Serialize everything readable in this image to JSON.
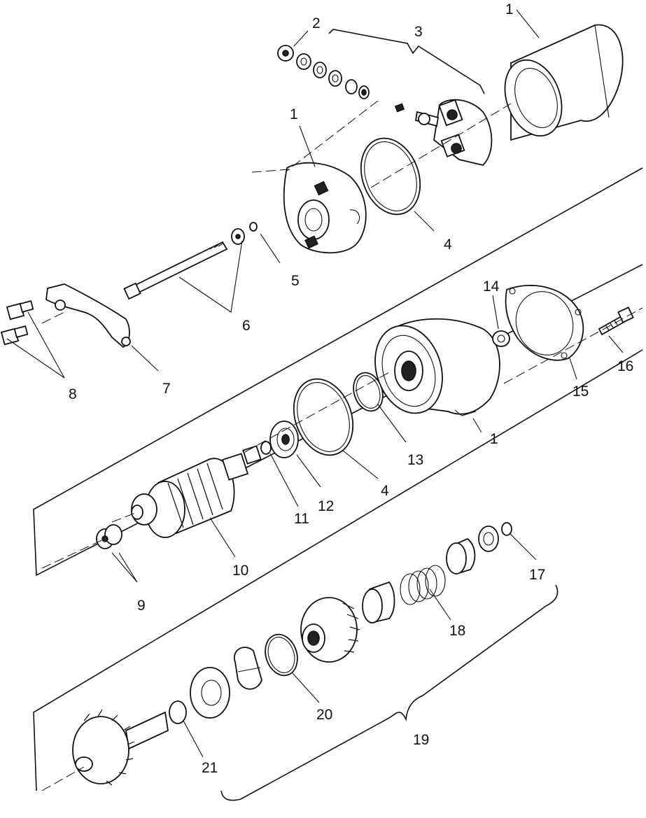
{
  "diagram": {
    "callouts": [
      {
        "id": "c1a",
        "text": "1"
      },
      {
        "id": "c2",
        "text": "2"
      },
      {
        "id": "c3",
        "text": "3"
      },
      {
        "id": "c1b",
        "text": "1"
      },
      {
        "id": "c4a",
        "text": "4"
      },
      {
        "id": "c5",
        "text": "5"
      },
      {
        "id": "c6",
        "text": "6"
      },
      {
        "id": "c7",
        "text": "7"
      },
      {
        "id": "c8",
        "text": "8"
      },
      {
        "id": "c14",
        "text": "14"
      },
      {
        "id": "c16",
        "text": "16"
      },
      {
        "id": "c15",
        "text": "15"
      },
      {
        "id": "c1c",
        "text": "1"
      },
      {
        "id": "c13",
        "text": "13"
      },
      {
        "id": "c4b",
        "text": "4"
      },
      {
        "id": "c12",
        "text": "12"
      },
      {
        "id": "c11",
        "text": "11"
      },
      {
        "id": "c10",
        "text": "10"
      },
      {
        "id": "c9",
        "text": "9"
      },
      {
        "id": "c17",
        "text": "17"
      },
      {
        "id": "c18",
        "text": "18"
      },
      {
        "id": "c20",
        "text": "20"
      },
      {
        "id": "c19",
        "text": "19"
      },
      {
        "id": "c21",
        "text": "21"
      }
    ]
  }
}
